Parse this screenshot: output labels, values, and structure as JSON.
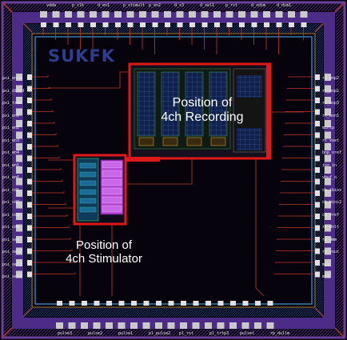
{
  "labels": {
    "recording": {
      "line1": "Position of",
      "line2": "4ch Recording"
    },
    "stimulator": {
      "line1": "Position of",
      "line2": "4ch Stimulator"
    }
  },
  "logo": "SUKFK",
  "pins": {
    "top": [
      "vdda",
      "p_clk",
      "d_en1",
      "p_stimult",
      "p_en2",
      "d_s3",
      "d_sel1",
      "p_rst",
      "d_sdim",
      "d_dim1"
    ],
    "left": [
      "psi_enrd",
      "psi_dinrd",
      "psi_tran",
      "psi_en1",
      "psi_en2",
      "psi_en3",
      "psi_en4",
      "psi_en5",
      "psi_en6",
      "psi_cd1",
      "psi_cd2",
      "psi_cd3",
      "psi_cd4",
      "psi_sel",
      "psi_sel2",
      "psi_sel3",
      "psi_sel4"
    ],
    "right": [
      "rt_bnp2",
      "rt_bnp1",
      "rt_bnp3",
      "rt_bnn1",
      "mintp",
      "rt_vset",
      "bnp_vref",
      "iso_in",
      "vbuf_o",
      "cb_ibios",
      "cb_bios2",
      "cb_vref",
      "rp_dnlt",
      "rp_dmm",
      "rp_vout",
      "mi1",
      "mi2"
    ],
    "bottom": [
      "pulse3",
      "pulse2",
      "pulse1",
      "pl_pulse2",
      "pl_rst",
      "pl_trtp3",
      "pulset",
      "rp_dullm"
    ]
  },
  "colors": {
    "marker": "#e01818",
    "logo": "#2e3e8c",
    "pad": "#c9c9c9",
    "ring": "#3a9ad8"
  }
}
